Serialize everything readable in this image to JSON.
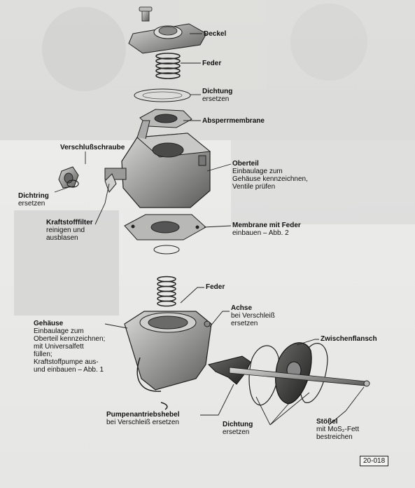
{
  "labels": {
    "deckel": {
      "title": "Deckel"
    },
    "feder_top": {
      "title": "Feder"
    },
    "dichtung_top": {
      "title": "Dichtung",
      "sub": "ersetzen"
    },
    "absperrmembrane": {
      "title": "Absperrmembrane"
    },
    "verschlussschraube": {
      "title": "Verschlußschraube"
    },
    "dichtring": {
      "title": "Dichtring",
      "sub": "ersetzen"
    },
    "oberteil": {
      "title": "Oberteil",
      "lines": [
        "Einbaulage zum",
        "Gehäuse kennzeichnen,",
        "Ventile prüfen"
      ]
    },
    "kraftstofffilter": {
      "title": "Kraftstofffilter",
      "lines": [
        "reinigen und",
        "ausblasen"
      ]
    },
    "membrane": {
      "title": "Membrane mit Feder",
      "lines": [
        "einbauen – Abb. 2"
      ]
    },
    "feder_mid": {
      "title": "Feder"
    },
    "achse": {
      "title": "Achse",
      "lines": [
        "bei Verschleiß",
        "ersetzen"
      ]
    },
    "gehaeuse": {
      "title": "Gehäuse",
      "lines": [
        "Einbaulage zum",
        "Oberteil kennzeichnen;",
        "mit Universalfett",
        "füllen;",
        "Kraftstoffpumpe aus-",
        "und einbauen – Abb. 1"
      ]
    },
    "zwischenflansch": {
      "title": "Zwischenflansch"
    },
    "pumpenantriebshebel": {
      "title": "Pumpenantriebshebel",
      "sub": "bei Verschleiß ersetzen"
    },
    "dichtung_bottom": {
      "title": "Dichtung",
      "sub": "ersetzen"
    },
    "stoessel": {
      "title": "Stößel",
      "lines": [
        "mit MoS₂-Fett",
        "bestreichen"
      ]
    }
  },
  "figure_number": "20-018"
}
